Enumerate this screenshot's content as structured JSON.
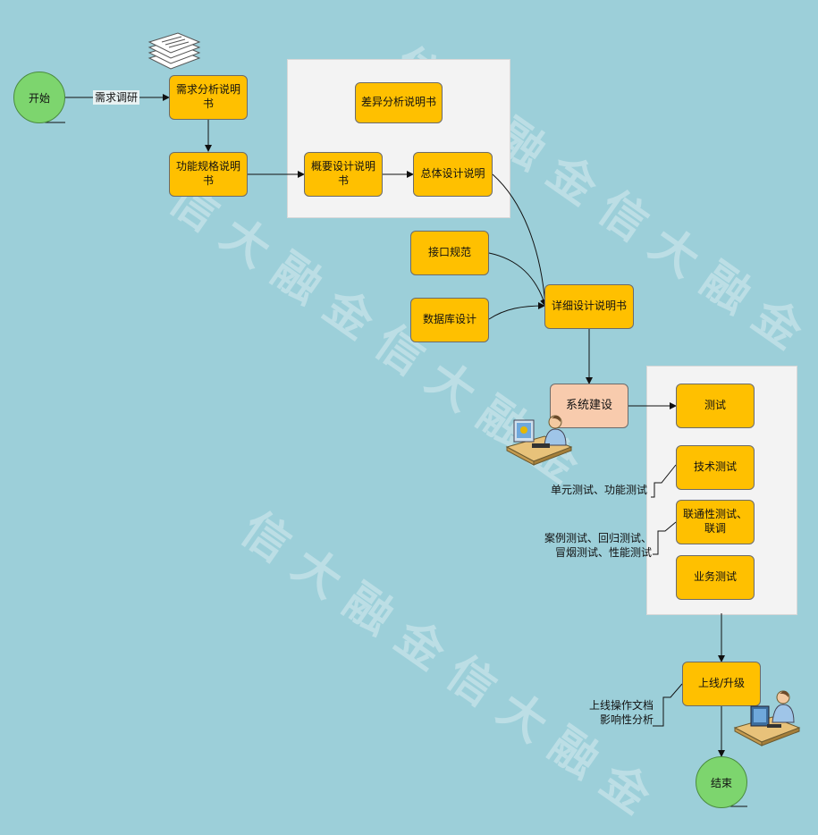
{
  "watermark_text": "信 大 融 金 信 大 融 金",
  "nodes": {
    "start": "开始",
    "requirement_spec": "需求分析说明书",
    "function_spec": "功能规格说明书",
    "diff_spec": "差异分析说明书",
    "outline_design": "概要设计说明书",
    "overall_design": "总体设计说明",
    "interface_spec": "接口规范",
    "database_design": "数据库设计",
    "detail_design": "详细设计说明书",
    "system_build": "系统建设",
    "test": "测试",
    "tech_test": "技术测试",
    "integration_test": "联通性测试、联调",
    "business_test": "业务测试",
    "release": "上线/升级",
    "end": "结束"
  },
  "edge_labels": {
    "start_to_req": "需求调研"
  },
  "annotations": {
    "tech_test_note": "单元测试、功能测试",
    "integration_note_line1": "案例测试、回归测试、",
    "integration_note_line2": "冒烟测试、性能测试",
    "release_note_line1": "上线操作文档",
    "release_note_line2": "影响性分析"
  },
  "colors": {
    "background": "#9ccfd9",
    "process_box": "#ffc000",
    "build_box": "#f8cbad",
    "terminal": "#7dd56e",
    "group_panel": "#f3f3f3"
  },
  "icons": [
    "document-stack-icon",
    "developer-workstation-icon",
    "operator-workstation-icon"
  ]
}
